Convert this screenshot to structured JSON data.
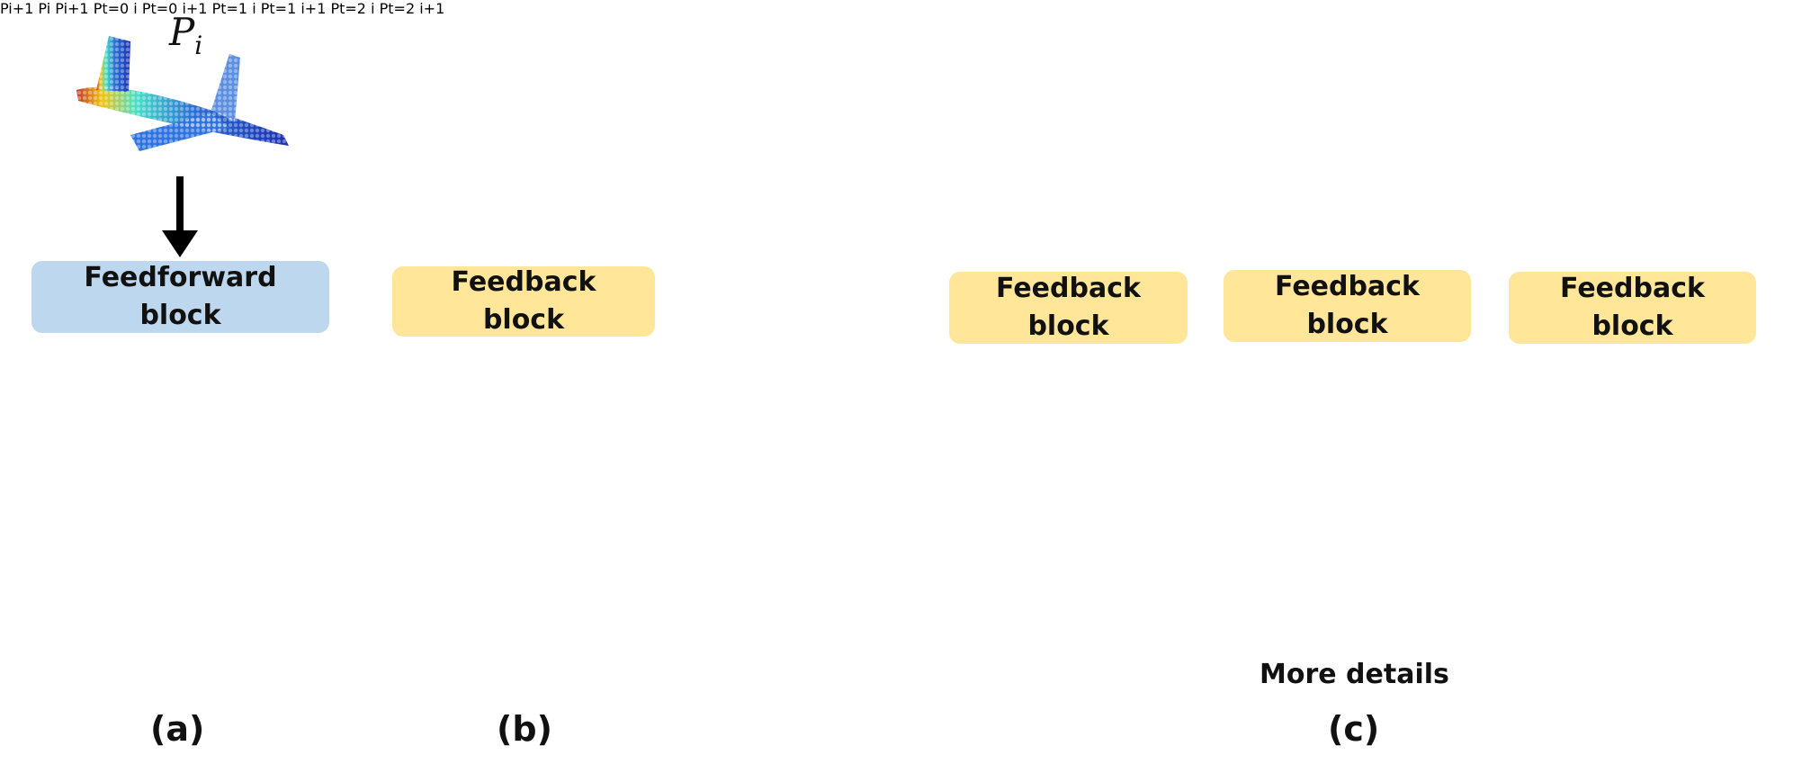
{
  "point_label": "P",
  "sub_i": "i",
  "sub_i_plus_1": "i+1",
  "sup_t0": "t=0",
  "sup_t1": "t=1",
  "sup_t2": "t=2",
  "feedforward_label": "Feedforward\nblock",
  "feedback_label": "Feedback\nblock",
  "more_details": "More details",
  "panel_a": "(a)",
  "panel_b": "(b)",
  "panel_c": "(c)",
  "colors": {
    "feedforward_fill": "#bdd7ee",
    "feedback_fill": "#ffe699",
    "blue_arrow": "#5b9bd5",
    "big_arrow": "#deebf7",
    "black_arrow": "#000000"
  },
  "icons": [
    "airplane-pointcloud-sparse",
    "airplane-pointcloud-dense"
  ]
}
